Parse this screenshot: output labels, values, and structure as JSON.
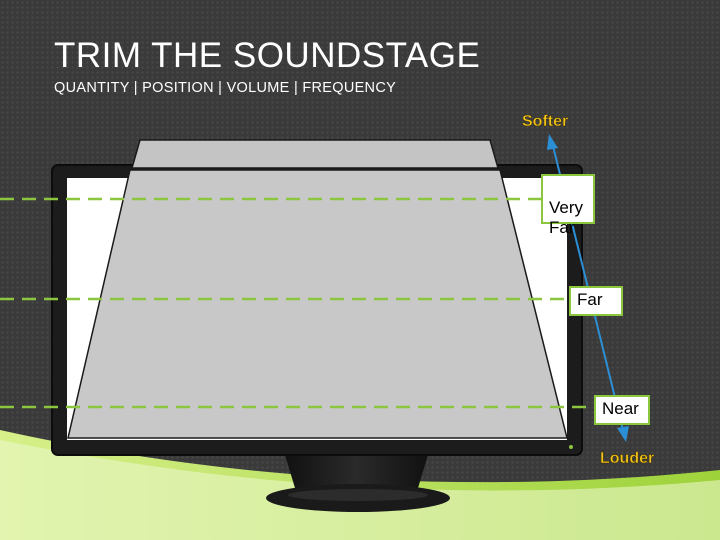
{
  "slide": {
    "title": "TRIM THE SOUNDSTAGE",
    "subtitle": "QUANTITY  |  POSITION  |  VOLUME  |  FREQUENCY"
  },
  "axis": {
    "top_label": "Softer",
    "bottom_label": "Louder"
  },
  "depth_levels": [
    {
      "label": "Very\nFar"
    },
    {
      "label": "Far"
    },
    {
      "label": "Near"
    }
  ],
  "colors": {
    "background": "#3a3a3a",
    "accent_green": "#8cc63f",
    "axis_arrow": "#2b8fd6",
    "endpoint_text": "#f0c419",
    "monitor_frame": "#1c1c1c",
    "screen_fill": "#c8c8c8"
  }
}
